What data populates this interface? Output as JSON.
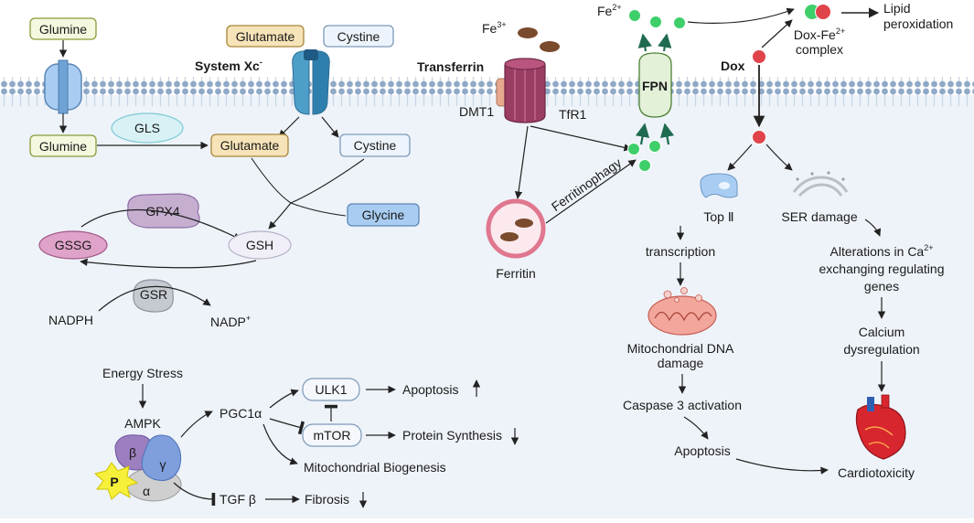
{
  "colors": {
    "cytoplasm": "#eef3f9",
    "membrane_head": "#8fa9c6",
    "membrane_tail": "#c9d6e4",
    "glumine_fill": "#f4f8df",
    "glumine_stroke": "#8a9a3a",
    "glutamate_fill": "#f7e3b8",
    "glutamate_stroke": "#a7863a",
    "cystine_fill": "#eef4fb",
    "cystine_stroke": "#7d9ab8",
    "gls_fill": "#d8f1f5",
    "glycine_fill": "#a9cdf2",
    "gpx4_fill": "#c6aed1",
    "gssg_fill": "#dfa2c8",
    "gsh_fill": "#f0eef6",
    "gsr_fill": "#c5c9d0",
    "iron_brown": "#7a4a2c",
    "fe2_green": "#3ecf6a",
    "dox_red": "#e0444a",
    "transferrin": "#9a3d63",
    "arrow_teal": "#1e6b4f",
    "ampk_beta": "#9c7fbf",
    "ampk_gamma": "#7f9fdc",
    "ampk_alpha": "#cfcfcf",
    "phospho": "#f6f03a"
  },
  "labels": {
    "glumine_out": "Glumine",
    "glumine_in": "Glumine",
    "glutamate_out": "Glutamate",
    "cystine_out": "Cystine",
    "system_xc": "System Xc",
    "system_xc_sup": "-",
    "gls": "GLS",
    "glutamate_in": "Glutamate",
    "cystine_in": "Cystine",
    "glycine": "Glycine",
    "gpx4": "GPX4",
    "gssg": "GSSG",
    "gsh": "GSH",
    "gsr": "GSR",
    "nadph": "NADPH",
    "nadp": "NADP",
    "nadp_sup": "+",
    "fe3": "Fe",
    "fe3_sup": "3+",
    "transferrin": "Transferrin",
    "dmt1": "DMT1",
    "tfr1": "TfR1",
    "ferritin": "Ferritin",
    "ferritinophagy": "Ferritinophagy",
    "fe2": "Fe",
    "fe2_sup": "2+",
    "fpn": "FPN",
    "dox": "Dox",
    "dox_fe_line1": "Dox-Fe",
    "dox_fe_sup": "2+",
    "dox_fe_line2": "complex",
    "lipid_line1": "Lipid",
    "lipid_line2": "peroxidation",
    "top2": "Top Ⅱ",
    "transcription": "transcription",
    "mito_line1": "Mitochondrial DNA",
    "mito_line2": "damage",
    "caspase": "Caspase 3 activation",
    "apoptosis_right": "Apoptosis",
    "ser_damage": "SER damage",
    "ca_line1": "Alterations in Ca",
    "ca_sup": "2+",
    "ca_line2": "exchanging regulating",
    "ca_line3": "genes",
    "calcium_line1": "Calcium",
    "calcium_line2": "dysregulation",
    "cardiotoxicity": "Cardiotoxicity",
    "energy_stress": "Energy Stress",
    "ampk": "AMPK",
    "beta": "β",
    "gamma": "γ",
    "alpha": "α",
    "phospho": "P",
    "pgc1a": "PGC1α",
    "ulk1": "ULK1",
    "mtor": "mTOR",
    "apoptosis_left": "Apoptosis",
    "protein_synthesis": "Protein Synthesis",
    "mito_biogenesis": "Mitochondrial Biogenesis",
    "tgfb": "TGF β",
    "fibrosis": "Fibrosis"
  }
}
